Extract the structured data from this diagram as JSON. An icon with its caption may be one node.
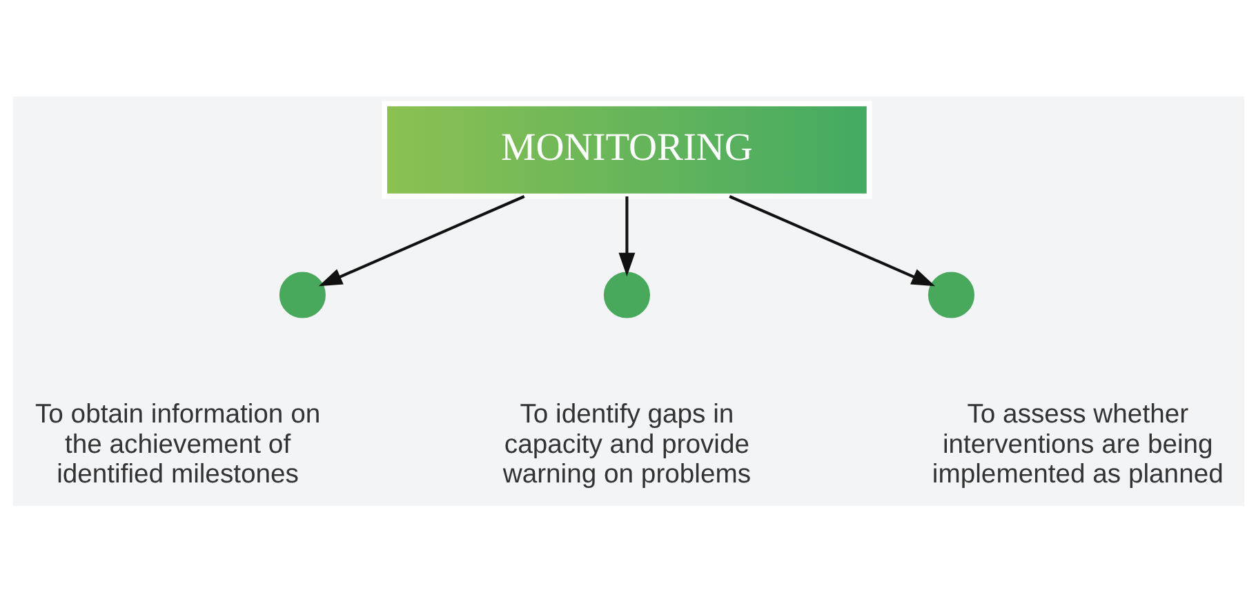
{
  "diagram": {
    "nodes": [
      {
        "text": [
          "MONITORING"
        ]
      },
      {
        "text": [],
        "shape": "circle",
        "beside": [
          "To obtain information on the achievement of identified milestones"
        ]
      },
      {
        "text": [],
        "shape": "circle",
        "beside": [
          "To identify gaps in capacity and provide warning on problems"
        ]
      },
      {
        "text": [],
        "shape": "circle",
        "beside": [
          "To assess whether interventions are being implemented as planned"
        ]
      }
    ],
    "edges": [
      {
        "from": 0,
        "to": 1,
        "arrow": "to"
      },
      {
        "from": 0,
        "to": 2,
        "arrow": "to"
      },
      {
        "from": 0,
        "to": 3,
        "arrow": "to"
      }
    ]
  }
}
